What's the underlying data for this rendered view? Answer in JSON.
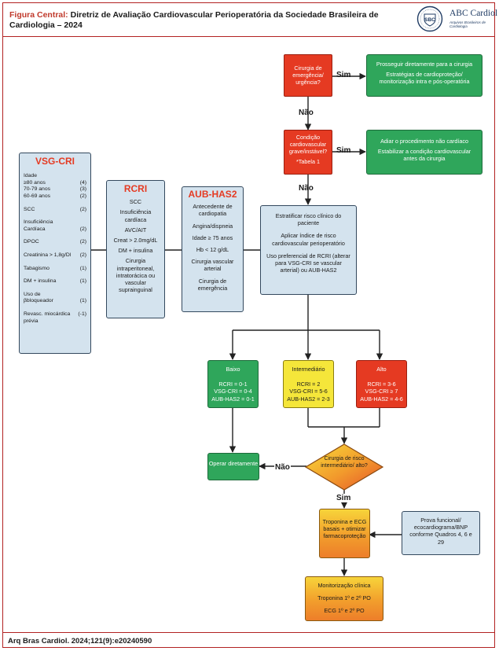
{
  "header": {
    "title_prefix": "Figura Central:",
    "title": "Diretriz de Avaliação Cardiovascular Perioperatória da Sociedade Brasileira de Cardiologia – 2024",
    "logo_abbr": "SBC",
    "logo_name": "ABC Cardiol",
    "logo_sub": "Arquivos Brasileiros de Cardiologia"
  },
  "footer": {
    "citation": "Arq Bras Cardiol. 2024;121(9):e20240590"
  },
  "vsg": {
    "title": "VSG-CRI",
    "rows": [
      {
        "label": "Idade",
        "score": ""
      },
      {
        "label": "≥80 anos",
        "score": "(4)"
      },
      {
        "label": "70-79 anos",
        "score": "(3)"
      },
      {
        "label": "60-69 anos",
        "score": "(2)"
      },
      {
        "label": "SCC",
        "score": "(2)"
      },
      {
        "label": "Insuficiência Cardíaca",
        "score": "(2)"
      },
      {
        "label": "DPOC",
        "score": "(2)"
      },
      {
        "label": "Creatinina > 1,8g/Dl",
        "score": "(2)"
      },
      {
        "label": "Tabagismo",
        "score": "(1)"
      },
      {
        "label": "DM + insulina",
        "score": "(1)"
      },
      {
        "label": "Uso de βbloqueador",
        "score": "(1)"
      },
      {
        "label": "Revasc. miocárdica prévia",
        "score": "(-1)"
      }
    ]
  },
  "rcri": {
    "title": "RCRI",
    "items": [
      "SCC",
      "Insuficiência cardíaca",
      "AVC/AIT",
      "Creat > 2.0mg/dL",
      "DM + insulina",
      "Cirurgia intraperitoneal, intratorácica ou vascular suprainguinal"
    ]
  },
  "aub": {
    "title": "AUB-HAS2",
    "items": [
      "Antecedente de cardiopatia",
      "Angina/dispneia",
      "Idade ≥ 75 anos",
      "Hb < 12 g/dL",
      "Cirurgia vascular arterial",
      "Cirurgia de emergência"
    ]
  },
  "urgency": {
    "question": "Cirurgia de emergência/ urgência?",
    "yes_lines": [
      "Prosseguir diretamente para a cirurgia",
      "Estratégias de cardioproteção/ monitorização intra e pós-operatória"
    ]
  },
  "condition": {
    "question": "Condição cardiovascular grave/instável?",
    "note": "*Tabela 1",
    "yes_lines": [
      "Adiar o procedimento não cardíaco",
      "Estabilizar a condição cardiovascular antes da cirurgia"
    ]
  },
  "stratify": {
    "lines": [
      "Estratificar risco clínico do paciente",
      "Aplicar índice de risco cardiovascular perioperatório",
      "Uso preferencial de RCRI (alterar para VSG-CRI se vascular arterial) ou AUB-HAS2"
    ]
  },
  "risk": {
    "low": {
      "title": "Baixo",
      "lines": [
        "RCRI = 0-1",
        "VSG-CRI = 0-4",
        "AUB-HAS2 = 0-1"
      ]
    },
    "mid": {
      "title": "Intermediário",
      "lines": [
        "RCRI = 2",
        "VSG-CRI = 5-6",
        "AUB-HAS2 = 2-3"
      ]
    },
    "high": {
      "title": "Alto",
      "lines": [
        "RCRI = 3-6",
        "VSG-CRI ≥ 7",
        "AUB-HAS2 = 4-6"
      ]
    }
  },
  "operate": "Operar diretamente",
  "diamond_q": "Cirurgia de risco intermediário/ alto?",
  "troponin": "Troponina e ECG basais + otimizar farmacoproteção",
  "functional": "Prova funcional/ ecocardiograma/BNP conforme Quadros 4, 6 e 29",
  "monitor": {
    "title": "Monitorização clínica",
    "lines": [
      "Troponina 1º e 2º PO",
      "ECG 1º e 2º PO"
    ]
  },
  "labels": {
    "yes": "Sim",
    "no": "Não"
  }
}
